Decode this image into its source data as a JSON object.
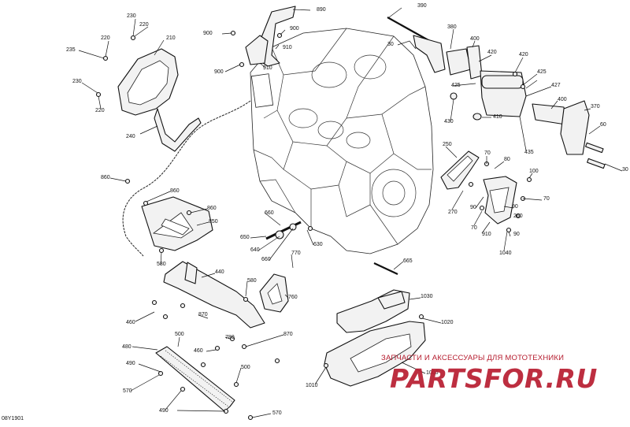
{
  "diagram": {
    "reference_code": "08Y1901",
    "callouts": [
      {
        "id": "c230a",
        "text": "230"
      },
      {
        "id": "c220a",
        "text": "220"
      },
      {
        "id": "c220b",
        "text": "220"
      },
      {
        "id": "c210",
        "text": "210"
      },
      {
        "id": "c235",
        "text": "235"
      },
      {
        "id": "c230b",
        "text": "230"
      },
      {
        "id": "c220c",
        "text": "220"
      },
      {
        "id": "c240",
        "text": "240"
      },
      {
        "id": "c890",
        "text": "890"
      },
      {
        "id": "c900a",
        "text": "900"
      },
      {
        "id": "c900b",
        "text": "900"
      },
      {
        "id": "c910a",
        "text": "910"
      },
      {
        "id": "c900c",
        "text": "900"
      },
      {
        "id": "c910b",
        "text": "910"
      },
      {
        "id": "c390",
        "text": "390"
      },
      {
        "id": "c30a",
        "text": "30"
      },
      {
        "id": "c380",
        "text": "380"
      },
      {
        "id": "c400a",
        "text": "400"
      },
      {
        "id": "c420a",
        "text": "420"
      },
      {
        "id": "c420b",
        "text": "420"
      },
      {
        "id": "c425a",
        "text": "425"
      },
      {
        "id": "c425b",
        "text": "425"
      },
      {
        "id": "c427",
        "text": "427"
      },
      {
        "id": "c400b",
        "text": "400"
      },
      {
        "id": "c370",
        "text": "370"
      },
      {
        "id": "c430",
        "text": "430"
      },
      {
        "id": "c410",
        "text": "410"
      },
      {
        "id": "c60",
        "text": "60"
      },
      {
        "id": "c435",
        "text": "435"
      },
      {
        "id": "c30b",
        "text": "30"
      },
      {
        "id": "c250",
        "text": "250"
      },
      {
        "id": "c70a",
        "text": "70"
      },
      {
        "id": "c80",
        "text": "80"
      },
      {
        "id": "c100",
        "text": "100"
      },
      {
        "id": "c270",
        "text": "270"
      },
      {
        "id": "c90a",
        "text": "90"
      },
      {
        "id": "c70b",
        "text": "70"
      },
      {
        "id": "c260",
        "text": "260"
      },
      {
        "id": "c90b",
        "text": "90"
      },
      {
        "id": "c70c",
        "text": "70"
      },
      {
        "id": "c910c",
        "text": "910"
      },
      {
        "id": "c90c",
        "text": "90"
      },
      {
        "id": "c1040",
        "text": "1040"
      },
      {
        "id": "c860a",
        "text": "860"
      },
      {
        "id": "c860b",
        "text": "860"
      },
      {
        "id": "c860c",
        "text": "860"
      },
      {
        "id": "c850",
        "text": "850"
      },
      {
        "id": "c660a",
        "text": "660"
      },
      {
        "id": "c650",
        "text": "650"
      },
      {
        "id": "c640",
        "text": "640"
      },
      {
        "id": "c630",
        "text": "630"
      },
      {
        "id": "c660b",
        "text": "660"
      },
      {
        "id": "c770",
        "text": "770"
      },
      {
        "id": "c665",
        "text": "665"
      },
      {
        "id": "c580a",
        "text": "580"
      },
      {
        "id": "c440",
        "text": "440"
      },
      {
        "id": "c580b",
        "text": "580"
      },
      {
        "id": "c760",
        "text": "760"
      },
      {
        "id": "c460a",
        "text": "460"
      },
      {
        "id": "c870a",
        "text": "870"
      },
      {
        "id": "c780",
        "text": "780"
      },
      {
        "id": "c870b",
        "text": "870"
      },
      {
        "id": "c1030",
        "text": "1030"
      },
      {
        "id": "c1020",
        "text": "1020"
      },
      {
        "id": "c500a",
        "text": "500"
      },
      {
        "id": "c460b",
        "text": "460"
      },
      {
        "id": "c480",
        "text": "480"
      },
      {
        "id": "c490a",
        "text": "490"
      },
      {
        "id": "c500b",
        "text": "500"
      },
      {
        "id": "c570a",
        "text": "570"
      },
      {
        "id": "c490b",
        "text": "490"
      },
      {
        "id": "c570b",
        "text": "570"
      },
      {
        "id": "c1000",
        "text": "1000"
      },
      {
        "id": "c1010",
        "text": "1010"
      }
    ]
  },
  "watermark": {
    "tagline": "ЗАПЧАСТИ И АКСЕССУАРЫ ДЛЯ МОТОТЕХНИКИ",
    "logo": "PARTSFOR.RU"
  }
}
